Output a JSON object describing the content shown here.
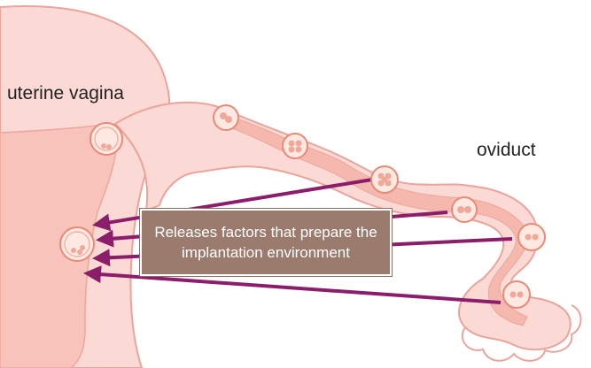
{
  "labels": {
    "uterus": "uterine vagina",
    "oviduct": "oviduct"
  },
  "callout": {
    "text": "Releases factors that prepare the implantation environment"
  },
  "colors": {
    "tissue_outer": "#fbd9d4",
    "tissue_outline": "#e9a49c",
    "uterine_cavity": "#f8c3bb",
    "oviduct_tube": "#f5b8ae",
    "embryo_fill": "#fde9e2",
    "embryo_outline": "#e88a76",
    "arrow": "#8c1d6a",
    "callout_bg": "#9a7b6d",
    "callout_text": "#ffffff"
  },
  "icons": [
    "embryo-icon",
    "arrow-icon"
  ]
}
